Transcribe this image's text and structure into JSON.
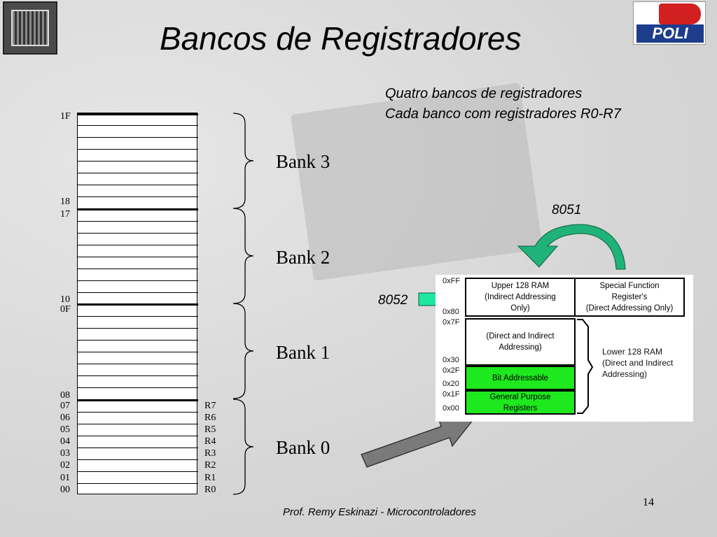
{
  "slide": {
    "title": "Bancos de Registradores",
    "desc_line1": "Quatro bancos de registradores",
    "desc_line2": "Cada banco com registradores R0-R7",
    "footer": "Prof. Remy Eskinazi - Microcontroladores",
    "page_number": "14",
    "logo_right_text": "POLI"
  },
  "memory": {
    "addresses": {
      "a1F": "1F",
      "a18": "18",
      "a17": "17",
      "a10": "10",
      "a0F": "0F",
      "a08": "08",
      "a07": "07",
      "a06": "06",
      "a05": "05",
      "a04": "04",
      "a03": "03",
      "a02": "02",
      "a01": "01",
      "a00": "00"
    },
    "registers": [
      "R7",
      "R6",
      "R5",
      "R4",
      "R3",
      "R2",
      "R1",
      "R0"
    ],
    "banks": [
      "Bank 3",
      "Bank 2",
      "Bank 1",
      "Bank 0"
    ]
  },
  "diagram": {
    "label_8051": "8051",
    "label_8052": "8052",
    "addr_labels": {
      "xFF": "0xFF",
      "x80": "0x80",
      "x7F": "0x7F",
      "x30": "0x30",
      "x2F": "0x2F",
      "x20": "0x20",
      "x1F": "0x1F",
      "x00": "0x00"
    },
    "upper_ram": {
      "l1": "Upper 128 RAM",
      "l2": "(Indirect Addressing",
      "l3": "Only)"
    },
    "sfr": {
      "l1": "Special Function",
      "l2": "Register's",
      "l3": "(Direct Addressing Only)"
    },
    "direct_indirect": {
      "l1": "(Direct and Indirect",
      "l2": "Addressing)"
    },
    "bit_addressable": "Bit Addressable",
    "gpr": {
      "l1": "General Purpose",
      "l2": "Registers"
    },
    "lower_ram": {
      "l1": "Lower 128 RAM",
      "l2": "(Direct and Indirect",
      "l3": "Addressing)"
    },
    "colors": {
      "green": "#1ee81e",
      "arrow_green": "#1fb37a"
    }
  }
}
